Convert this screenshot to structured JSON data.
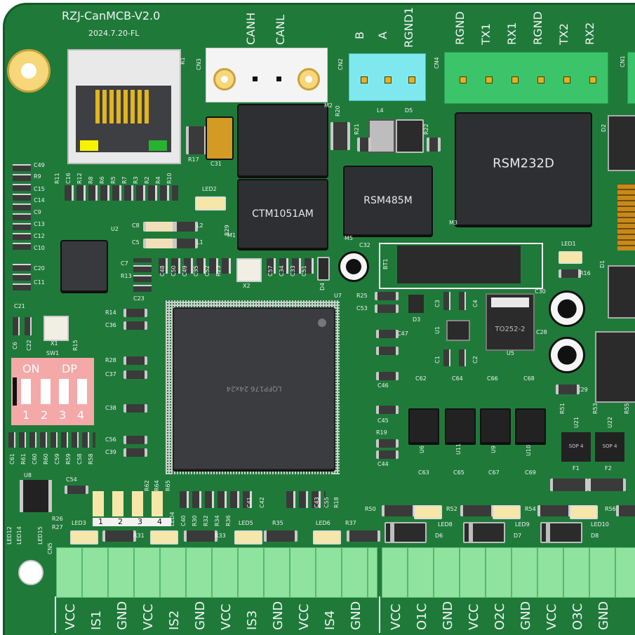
{
  "domain": "Natural-Image",
  "board": {
    "title": "RZJ-CanMCB-V2.0",
    "date": "2024.7.20-FL",
    "colors": {
      "pcb": "#1f7a3a",
      "silk": "#f2f2f2",
      "pad": "#e5b21f",
      "chip": "#2d2f33",
      "terminal": "#8fe39e",
      "can": "#ffffff",
      "cyan": "#7ee8ee"
    }
  },
  "connectors": {
    "can": {
      "ref": "CN3",
      "labels": [
        "CANH",
        "CANL"
      ]
    },
    "rs485": {
      "ref": "CN2",
      "labels": [
        "B",
        "A",
        "RGND1"
      ]
    },
    "rs232": {
      "ref": "CN4",
      "labels": [
        "RGND",
        "TX1",
        "RX1",
        "RGND",
        "TX2",
        "RX2"
      ]
    },
    "cn1": {
      "ref": "CN1"
    },
    "bottom_ref": "CN5",
    "bottom_labels": [
      "VCC",
      "IS1",
      "GND",
      "VCC",
      "IS2",
      "GND",
      "VCC",
      "IS3",
      "GND",
      "VCC",
      "IS4",
      "GND",
      "VCC",
      "O1C",
      "GND",
      "VCC",
      "O2C",
      "GND",
      "VCC",
      "O3C",
      "GND"
    ]
  },
  "chips": {
    "rsm232d": "RSM232D",
    "rsm485m": "RSM485M",
    "ctm1051am": "CTM1051AM",
    "lqfp": "LQFP176 24x24",
    "to252": "TO252-2",
    "sop4a": "SOP 4",
    "sop4b": "SOP 4"
  },
  "dip": {
    "ref": "SW1",
    "on": "ON",
    "dp": "DP",
    "nums": [
      "1",
      "2",
      "3",
      "4"
    ]
  },
  "refs": {
    "r1": "R1",
    "m2": "M2",
    "r20": "R20",
    "l4": "L4",
    "d5": "D5",
    "r21": "R21",
    "r22": "R22",
    "d2": "D2",
    "r17": "R17",
    "c31": "C31",
    "m3": "M3",
    "m5": "M5",
    "m1": "M1",
    "u2": "U2",
    "u7": "U7",
    "x1": "X1",
    "x2": "X2",
    "bt1": "BT1",
    "c32": "C32",
    "led1": "LED1",
    "r16": "R16",
    "d1": "D1",
    "led2": "LED2",
    "c8": "C8",
    "c5": "C5",
    "l2": "L2",
    "l1": "L1",
    "r29": "R29",
    "c49": "C49",
    "r9": "R9",
    "c15": "C15",
    "c14": "C14",
    "c9": "C9",
    "c13": "C13",
    "c12": "C12",
    "c10": "C10",
    "c20": "C20",
    "c11": "C11",
    "c21": "C21",
    "c6": "C6",
    "c22": "C22",
    "r15": "R15",
    "r14": "R14",
    "c36": "C36",
    "r28": "R28",
    "c37": "C37",
    "c38": "C38",
    "c56": "C56",
    "c39": "C39",
    "c7": "C7",
    "r13": "R13",
    "c23": "C23",
    "c48": "C48",
    "c50": "C50",
    "c49b": "C49",
    "c35": "C35",
    "c52": "C52",
    "r23": "R23",
    "c57": "C57",
    "c34": "C34",
    "c33": "C33",
    "c51": "C51",
    "d4": "D4",
    "r25": "R25",
    "c53": "C53",
    "c3": "C3",
    "c4": "C4",
    "d3": "D3",
    "u1": "U1",
    "c47": "C47",
    "c1": "C1",
    "c2": "C2",
    "c30": "C30",
    "c28": "C28",
    "c29": "C29",
    "u5": "U5",
    "c46": "C46",
    "c45": "C45",
    "r19": "R19",
    "c44": "C44",
    "c62": "C62",
    "c64": "C64",
    "c66": "C66",
    "c68": "C68",
    "u6": "U6",
    "u11": "U11",
    "u9": "U9",
    "u10": "U10",
    "c63": "C63",
    "c65": "C65",
    "c67": "C67",
    "c69": "C69",
    "r51": "R51",
    "u21": "U21",
    "r53": "R53",
    "u22": "U22",
    "r55": "R55",
    "f1": "F1",
    "f2": "F2",
    "u8": "U8",
    "c54": "C54",
    "r26": "R26",
    "r27": "R27",
    "led12": "LED12",
    "led14": "LED14",
    "led15": "LED15",
    "cn5": "CN5",
    "r62": "R62",
    "r64": "R64",
    "r65": "R65",
    "led3": "LED3",
    "r31": "R31",
    "led4": "LED4",
    "c40": "C40",
    "r30": "R30",
    "r32": "R32",
    "r34": "R34",
    "r36": "R36",
    "c41": "C41",
    "c42": "C42",
    "c43": "C43",
    "c55": "C55",
    "r18": "R18",
    "led5": "LED5",
    "r33": "R33",
    "r35": "R35",
    "led6": "LED6",
    "r37": "R37",
    "r50": "R50",
    "led8": "LED8",
    "d6": "D6",
    "r52": "R52",
    "led9": "LED9",
    "d7": "D7",
    "r54": "R54",
    "led10": "LED10",
    "d8": "D8",
    "r56": "R56",
    "c61": "C61",
    "r61": "R61",
    "c60": "C60",
    "r60": "R60",
    "c59": "C59",
    "r59": "R59",
    "c58": "C58",
    "r58": "R58",
    "r11": "R11",
    "c16": "C16",
    "r12": "R12",
    "r8": "R8",
    "r6": "R6",
    "r5": "R5",
    "r7": "R7",
    "r3": "R3",
    "r2": "R2",
    "r4": "R4",
    "r10": "R10"
  },
  "led_nums": [
    "1",
    "2",
    "3",
    "4"
  ]
}
